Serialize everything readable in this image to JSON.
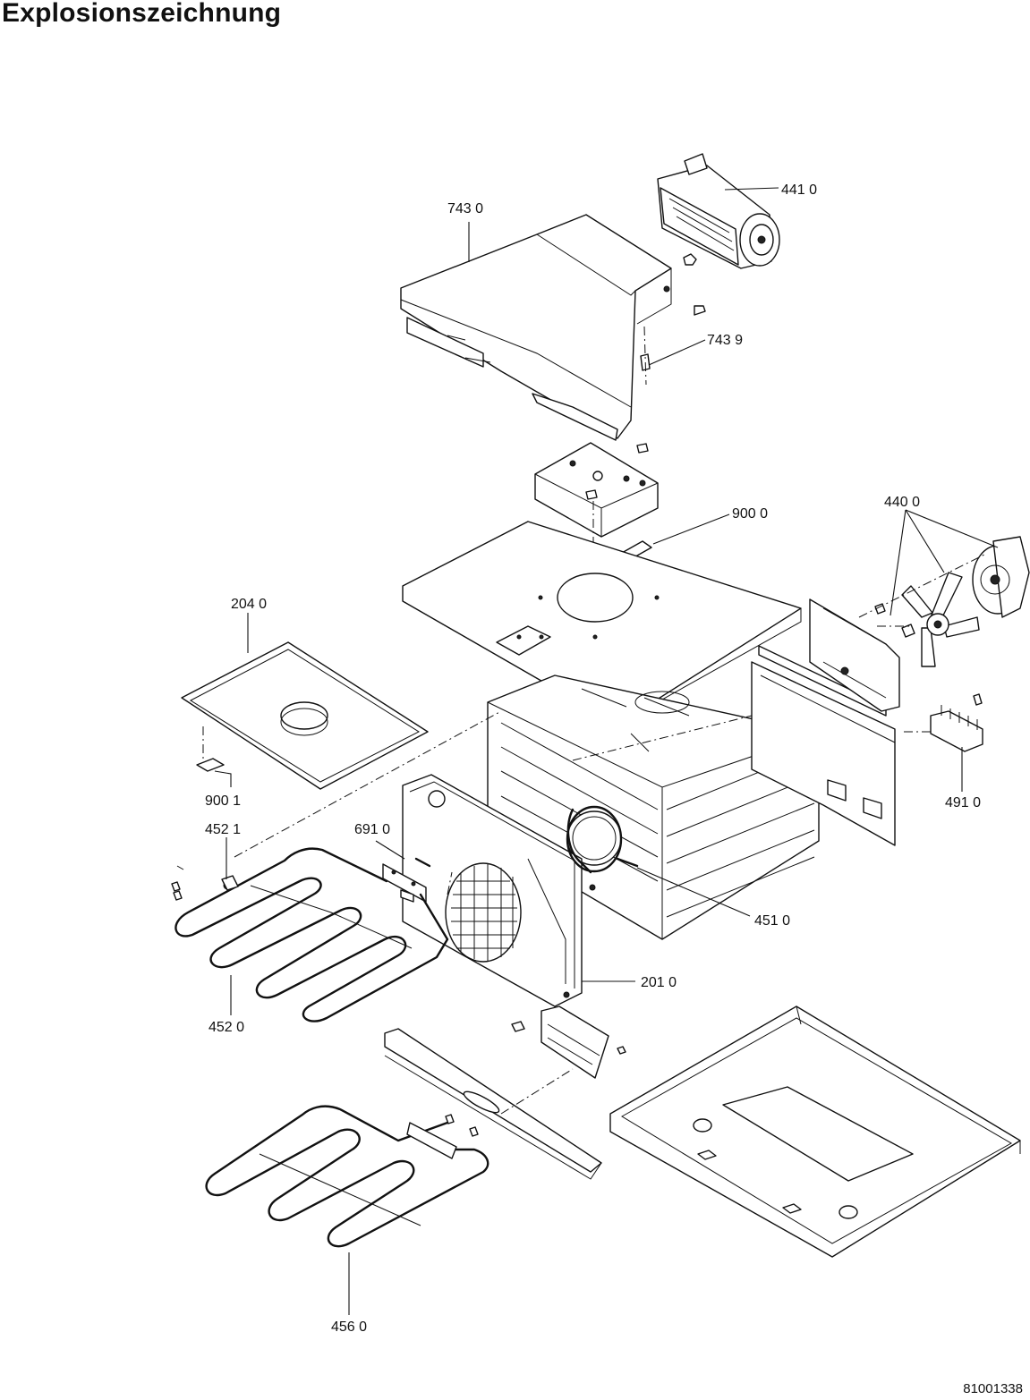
{
  "title": "Explosionszeichnung",
  "document_number": "81001338",
  "part_labels": {
    "p4410": "441 0",
    "p7430": "743 0",
    "p7439": "743 9",
    "p9000": "900 0",
    "p4400": "440 0",
    "p2040": "204 0",
    "p9001": "900 1",
    "p4521": "452 1",
    "p6910": "691 0",
    "p4910": "491 0",
    "p4510": "451 0",
    "p2010": "201 0",
    "p4520": "452 0",
    "p4560": "456 0"
  }
}
